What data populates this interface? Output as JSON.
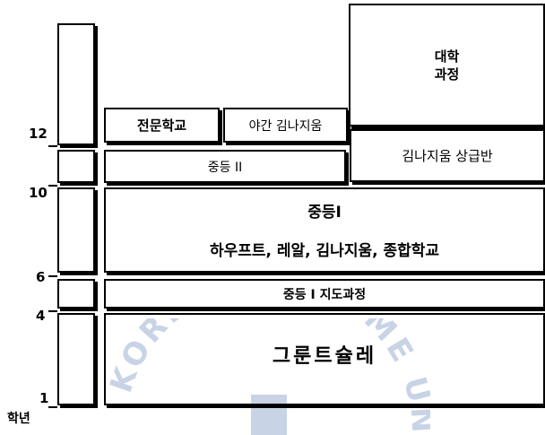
{
  "axis": {
    "grade_labels": [
      "12",
      "10",
      "6",
      "4",
      "1"
    ],
    "unit_label": "학년"
  },
  "blocks": {
    "university": [
      "대학",
      "과정"
    ],
    "vocational_school": "전문학교",
    "night_gymnasium": "야간 김나지움",
    "gymnasium_upper": "김나지움 상급반",
    "secondary_2": "중등 II",
    "secondary_1_title": "중등I",
    "secondary_1_schools": "하우프트, 레알, 김나지움, 종합학교",
    "orientation_stage": "중등 I 지도과정",
    "grundschule": "그룬트슐레"
  },
  "watermark": {
    "text": "KOREA MARITIME UNIVERSITY",
    "color": "#c9d3e6"
  }
}
